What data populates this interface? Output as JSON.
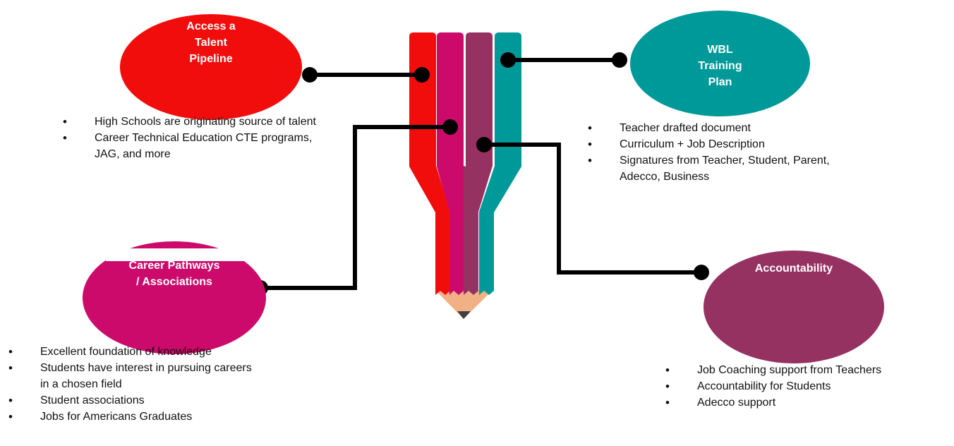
{
  "colors": {
    "red": "#f20d0d",
    "magenta": "#cc0a6b",
    "plum": "#963262",
    "teal": "#009999",
    "pencil_wood": "#f2b184",
    "pencil_tip": "#404040",
    "connector": "#000000"
  },
  "nodes": {
    "talent_pipeline": {
      "label": "Access a\nTalent\nPipeline",
      "bullets": [
        "High Schools are originating source of talent",
        "Career Technical Education CTE programs, JAG, and more"
      ]
    },
    "wbl_training_plan": {
      "label": "WBL\nTraining\nPlan",
      "bullets": [
        "Teacher drafted document",
        "Curriculum + Job Description",
        "Signatures from Teacher, Student, Parent, Adecco, Business"
      ]
    },
    "career_pathways": {
      "label_line1": "Career Pathways",
      "label_line2": "/ Associations",
      "bullets": [
        "Excellent foundation of knowledge",
        "Students have interest in pursuing careers in a chosen field",
        "Student associations",
        "Jobs for Americans Graduates"
      ]
    },
    "accountability": {
      "label": "Accountability",
      "bullets": [
        "Job Coaching support from Teachers",
        "Accountability for Students",
        "Adecco support"
      ]
    }
  }
}
